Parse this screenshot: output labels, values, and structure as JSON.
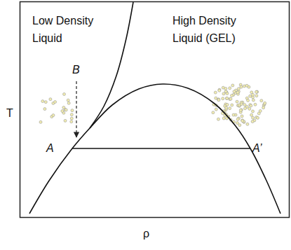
{
  "diagram": {
    "labels": [
      "Low Density Liquid",
      "High Density Liquid (GEL)",
      "B",
      "A",
      "A’",
      "T",
      "ρ"
    ]
  }
}
